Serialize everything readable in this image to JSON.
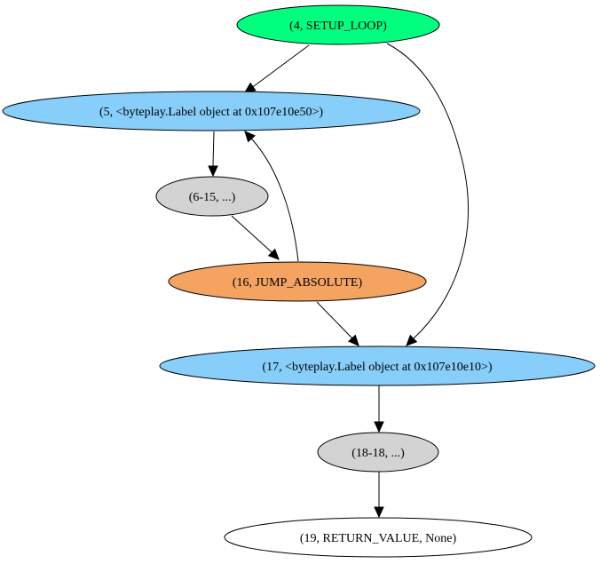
{
  "graph": {
    "nodes": [
      {
        "id": "n4",
        "label": "(4, SETUP_LOOP)",
        "fill": "#00ff7f"
      },
      {
        "id": "n5",
        "label": "(5, <byteplay.Label object at 0x107e10e50>)",
        "fill": "#87cefa"
      },
      {
        "id": "n6",
        "label": "(6-15, ...)",
        "fill": "#d3d3d3"
      },
      {
        "id": "n16",
        "label": "(16, JUMP_ABSOLUTE)",
        "fill": "#f4a460"
      },
      {
        "id": "n17",
        "label": "(17, <byteplay.Label object at 0x107e10e10>)",
        "fill": "#87cefa"
      },
      {
        "id": "n18",
        "label": "(18-18, ...)",
        "fill": "#d3d3d3"
      },
      {
        "id": "n19",
        "label": "(19, RETURN_VALUE, None)",
        "fill": "#ffffff"
      }
    ],
    "edges": [
      {
        "from": "n4",
        "to": "n5"
      },
      {
        "from": "n4",
        "to": "n17"
      },
      {
        "from": "n5",
        "to": "n6"
      },
      {
        "from": "n6",
        "to": "n16"
      },
      {
        "from": "n16",
        "to": "n5"
      },
      {
        "from": "n16",
        "to": "n17"
      },
      {
        "from": "n17",
        "to": "n18"
      },
      {
        "from": "n18",
        "to": "n19"
      }
    ]
  }
}
